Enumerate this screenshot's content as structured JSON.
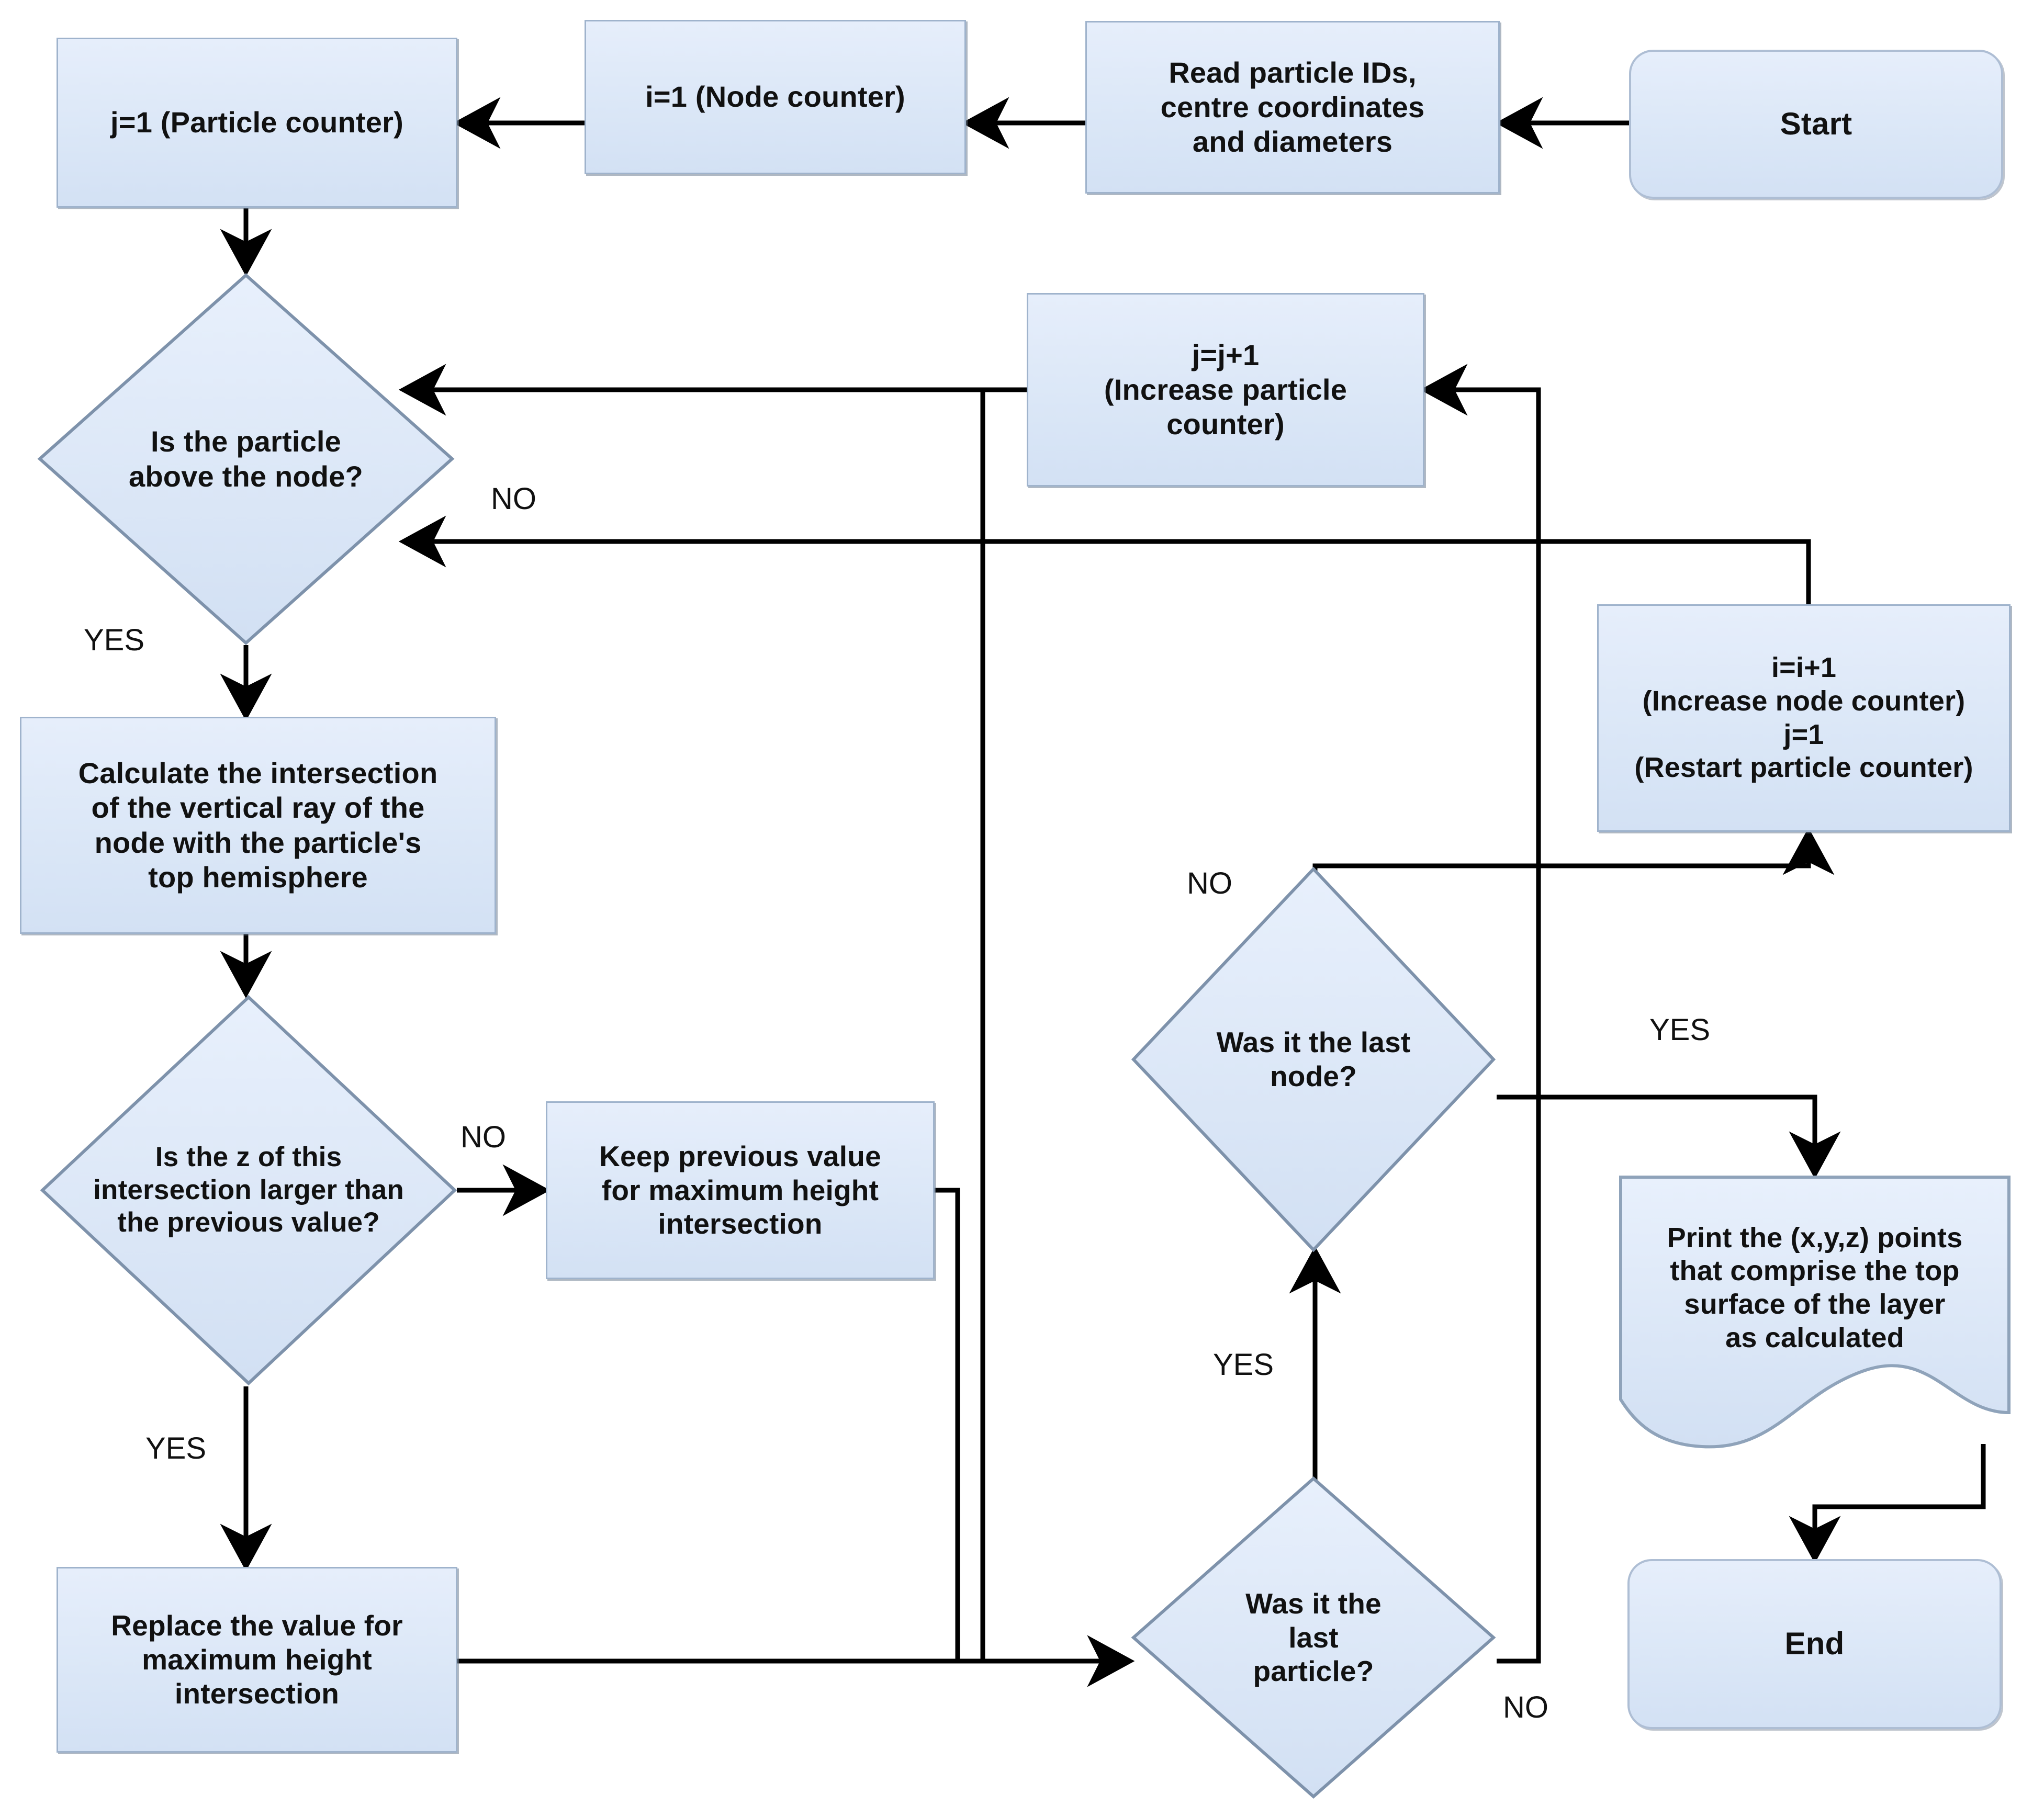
{
  "diagram": {
    "title": "Flowchart for computing the top surface of a particle layer",
    "fill_color": "#dbe7f7",
    "border_color": "#9fb3cc",
    "line_color": "#000000",
    "text_color": "#111111"
  },
  "nodes": {
    "start": {
      "label": "Start",
      "shape": "terminator"
    },
    "read": {
      "label": "Read particle IDs,\ncentre coordinates\nand diameters",
      "shape": "process"
    },
    "node_counter": {
      "label": "i=1 (Node counter)",
      "shape": "process"
    },
    "particle_counter": {
      "label": "j=1 (Particle counter)",
      "shape": "process"
    },
    "dec_above": {
      "label": "Is the particle\nabove the node?",
      "shape": "decision"
    },
    "inc_particle": {
      "label": "j=j+1\n(Increase particle\ncounter)",
      "shape": "process"
    },
    "inc_node": {
      "label": "i=i+1\n(Increase node counter)\nj=1\n(Restart particle counter)",
      "shape": "process"
    },
    "calc": {
      "label": "Calculate the intersection\nof the vertical ray of the\nnode with the particle's\ntop hemisphere",
      "shape": "process"
    },
    "dec_larger": {
      "label": "Is the z of this\nintersection larger than\nthe previous value?",
      "shape": "decision"
    },
    "keep": {
      "label": "Keep previous value\nfor maximum height\nintersection",
      "shape": "process"
    },
    "replace": {
      "label": "Replace the value for\nmaximum height\nintersection",
      "shape": "process"
    },
    "dec_last_node": {
      "label": "Was it the last\nnode?",
      "shape": "decision"
    },
    "dec_last_particle": {
      "label": "Was it the\nlast\nparticle?",
      "shape": "decision"
    },
    "print": {
      "label": "Print the (x,y,z) points\nthat comprise the top\nsurface of the layer\nas calculated",
      "shape": "document"
    },
    "end": {
      "label": "End",
      "shape": "terminator"
    }
  },
  "edge_labels": {
    "above_yes": "YES",
    "above_no": "NO",
    "larger_no": "NO",
    "larger_yes": "YES",
    "last_node_no": "NO",
    "last_node_yes": "YES",
    "last_particle_yes": "YES",
    "last_particle_no": "NO"
  }
}
